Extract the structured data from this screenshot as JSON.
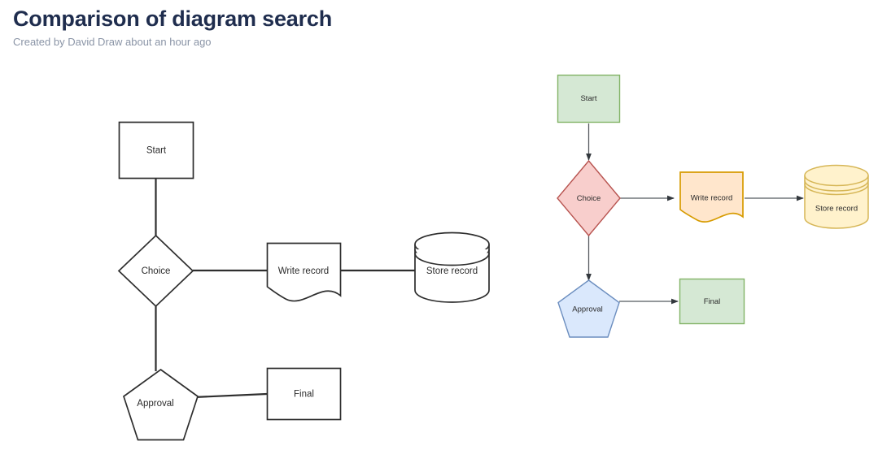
{
  "header": {
    "title": "Comparison of diagram search",
    "subtitle": "Created by David Draw about an hour ago",
    "title_color": "#1f2d4e",
    "subtitle_color": "#8a94a6"
  },
  "diagrams": [
    {
      "id": "left-diagram",
      "name": "plain-outline-flowchart",
      "style": "outline",
      "nodes": [
        {
          "id": "start",
          "label": "Start",
          "shape": "rectangle",
          "fill": "#ffffff",
          "stroke": "#2e2e2e"
        },
        {
          "id": "choice",
          "label": "Choice",
          "shape": "diamond",
          "fill": "#ffffff",
          "stroke": "#2e2e2e"
        },
        {
          "id": "write_record",
          "label": "Write record",
          "shape": "document",
          "fill": "#ffffff",
          "stroke": "#2e2e2e"
        },
        {
          "id": "store_record",
          "label": "Store record",
          "shape": "cylinder",
          "fill": "#ffffff",
          "stroke": "#2e2e2e"
        },
        {
          "id": "approval",
          "label": "Approval",
          "shape": "pentagon",
          "fill": "#ffffff",
          "stroke": "#2e2e2e"
        },
        {
          "id": "final",
          "label": "Final",
          "shape": "rectangle",
          "fill": "#ffffff",
          "stroke": "#2e2e2e"
        }
      ],
      "edges": [
        {
          "from": "start",
          "to": "choice",
          "arrow": false
        },
        {
          "from": "choice",
          "to": "write_record",
          "arrow": false
        },
        {
          "from": "write_record",
          "to": "store_record",
          "arrow": false
        },
        {
          "from": "choice",
          "to": "approval",
          "arrow": false
        },
        {
          "from": "approval",
          "to": "final",
          "arrow": false
        }
      ]
    },
    {
      "id": "right-diagram",
      "name": "colored-flowchart",
      "style": "filled",
      "nodes": [
        {
          "id": "start",
          "label": "Start",
          "shape": "rectangle",
          "fill": "#d5e8d4",
          "stroke": "#82b366"
        },
        {
          "id": "choice",
          "label": "Choice",
          "shape": "diamond",
          "fill": "#f8cecc",
          "stroke": "#b85450"
        },
        {
          "id": "write_record",
          "label": "Write record",
          "shape": "document",
          "fill": "#ffe6cc",
          "stroke": "#d79b00"
        },
        {
          "id": "store_record",
          "label": "Store record",
          "shape": "cylinder",
          "fill": "#fff2cc",
          "stroke": "#d6b656"
        },
        {
          "id": "approval",
          "label": "Approval",
          "shape": "pentagon",
          "fill": "#dae8fc",
          "stroke": "#6c8ebf"
        },
        {
          "id": "final",
          "label": "Final",
          "shape": "rectangle",
          "fill": "#d5e8d4",
          "stroke": "#82b366"
        }
      ],
      "edges": [
        {
          "from": "start",
          "to": "choice",
          "arrow": true
        },
        {
          "from": "choice",
          "to": "write_record",
          "arrow": true
        },
        {
          "from": "write_record",
          "to": "store_record",
          "arrow": true
        },
        {
          "from": "choice",
          "to": "approval",
          "arrow": true
        },
        {
          "from": "approval",
          "to": "final",
          "arrow": true
        }
      ]
    }
  ]
}
